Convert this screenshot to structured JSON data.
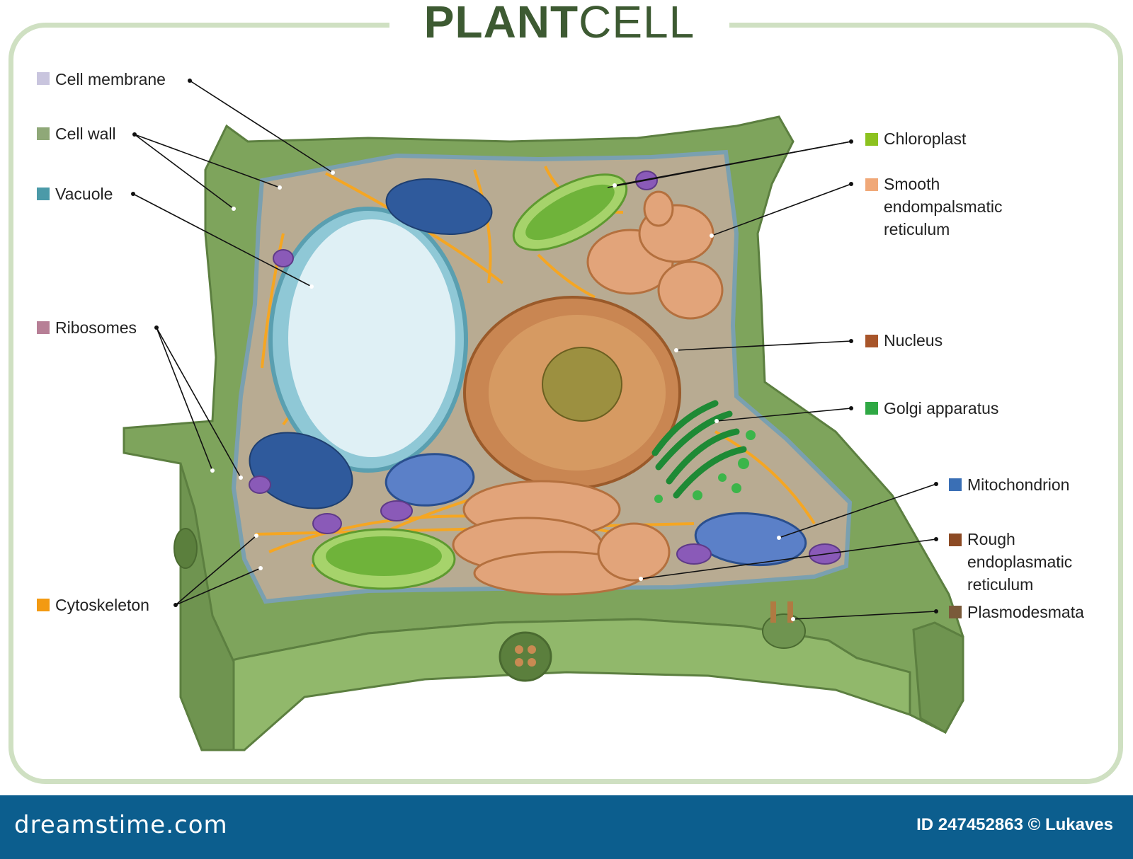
{
  "title": {
    "bold": "PLANT",
    "light": "CELL"
  },
  "labels": {
    "cell_membrane": "Cell membrane",
    "cell_wall": "Cell wall",
    "vacuole": "Vacuole",
    "ribosomes": "Ribosomes",
    "cytoskeleton": "Cytoskeleton",
    "chloroplast": "Chloroplast",
    "smooth_er_1": "Smooth",
    "smooth_er_2": "endompalsmatic",
    "smooth_er_3": "reticulum",
    "nucleus": "Nucleus",
    "golgi": "Golgi apparatus",
    "mitochondrion": "Mitochondrion",
    "rough_er_1": "Rough",
    "rough_er_2": "endoplasmatic",
    "rough_er_3": "reticulum",
    "plasmodesmata": "Plasmodesmata"
  },
  "colors": {
    "cell_membrane": "#c9c5de",
    "cell_wall": "#8fa878",
    "vacuole": "#4b9aa8",
    "ribosomes": "#b77f96",
    "cytoskeleton": "#f39a12",
    "chloroplast": "#8cc21f",
    "smooth_er": "#f0a878",
    "nucleus": "#a8552a",
    "golgi": "#2fa844",
    "mitochondrion": "#3a6fb5",
    "rough_er": "#8c4a24",
    "plasmodesmata": "#7a5a3a"
  },
  "footer": {
    "brand": "dreamstime.com",
    "id": "ID 247452863 © Lukaves"
  }
}
